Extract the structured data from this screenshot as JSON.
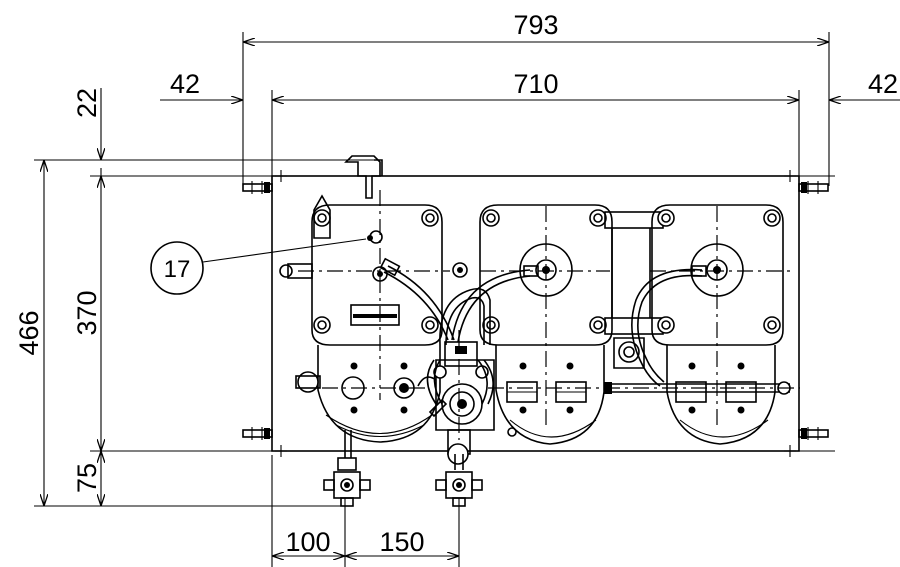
{
  "dimensions": {
    "overall_width": "793",
    "left_flange": "42",
    "inner_width": "710",
    "right_flange": "42",
    "top_offset": "22",
    "overall_height": "466",
    "plate_height": "370",
    "bottom_offset": "75",
    "left_port": "100",
    "port_spacing": "150"
  },
  "callout": {
    "label": "17"
  }
}
